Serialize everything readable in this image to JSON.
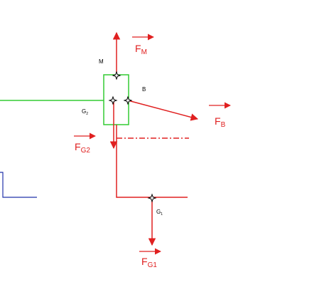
{
  "colors": {
    "force": "#e02020",
    "body_outline": "#33cc33",
    "ground": "#2233aa",
    "marker": "#000000"
  },
  "labels": {
    "point_m": "M",
    "point_b": "B",
    "point_g2_main": "G",
    "point_g2_sub": "2",
    "point_g1_main": "G",
    "point_g1_sub": "1",
    "force_m_main": "F",
    "force_m_sub": "M",
    "force_b_main": "F",
    "force_b_sub": "B",
    "force_g2_main": "F",
    "force_g2_sub": "G2",
    "force_g1_main": "F",
    "force_g1_sub": "G1"
  }
}
